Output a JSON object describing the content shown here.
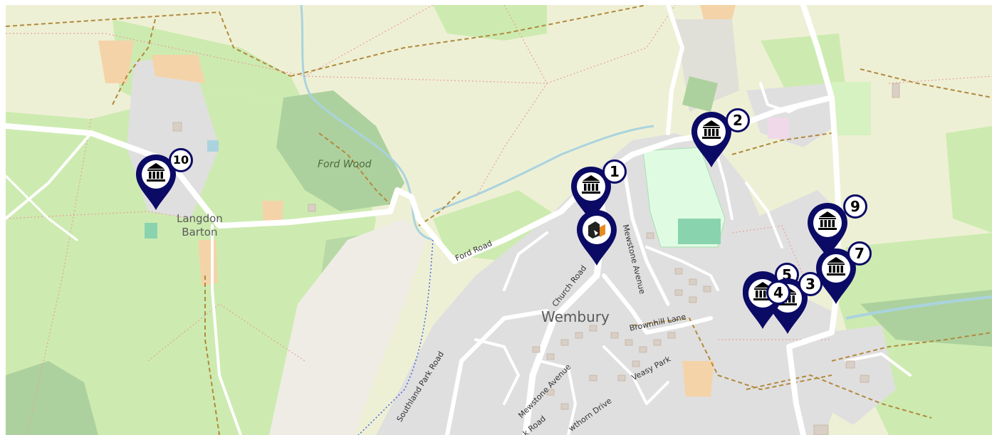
{
  "map": {
    "places": {
      "wembury": "Wembury",
      "langdon_line1": "Langdon",
      "langdon_line2": "Barton"
    },
    "features": {
      "ford_wood": "Ford Wood"
    },
    "roads": {
      "ford_road": "Ford Road",
      "church_road": "Church Road",
      "mewstone_avenue_north": "Mewstone Avenue",
      "brownhill_lane": "Brownhill Lane",
      "southland_park_road": "Southland Park Road",
      "mewstone_avenue_south": "Mewstone Avenue",
      "veasy_park": "Veasy Park",
      "hawthorn_drive": "wthorn Drive",
      "knighton_road": "k Road"
    },
    "markers": [
      {
        "id": "1",
        "label": "1",
        "icon": "museum-icon"
      },
      {
        "id": "2",
        "label": "2",
        "icon": "museum-icon"
      },
      {
        "id": "3",
        "label": "3",
        "icon": "museum-icon"
      },
      {
        "id": "4",
        "label": "4",
        "icon": "museum-icon"
      },
      {
        "id": "5",
        "label": "5",
        "icon": "museum-icon"
      },
      {
        "id": "7",
        "label": "7",
        "icon": "museum-icon"
      },
      {
        "id": "9",
        "label": "9",
        "icon": "museum-icon"
      },
      {
        "id": "10",
        "label": "10",
        "icon": "museum-icon"
      },
      {
        "id": "site",
        "label": "",
        "icon": "site-logo-icon"
      }
    ],
    "colors": {
      "marker": "#0b0b66",
      "badge_border": "#0b0b66",
      "water": "#aad3df",
      "road": "#ffffff",
      "urban": "#dddddd",
      "wood": "#add19e",
      "grass": "#cdebb0",
      "farmland": "#eef0d5"
    }
  }
}
